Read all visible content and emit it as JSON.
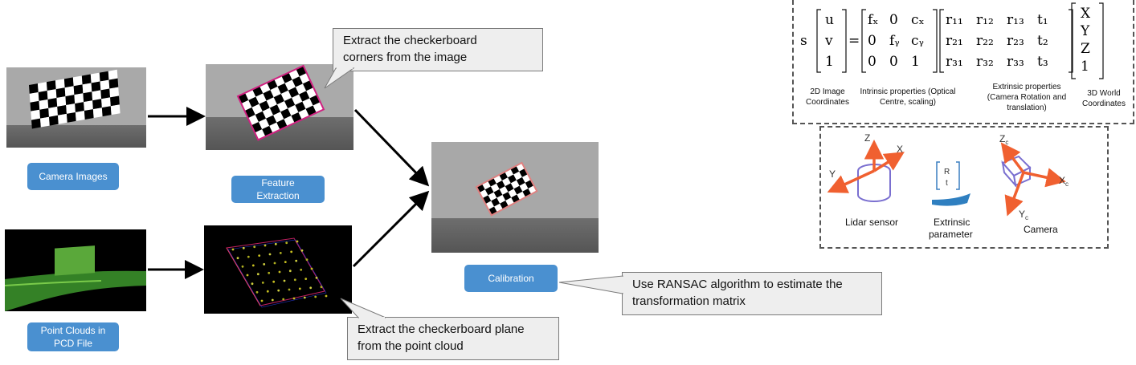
{
  "labels": {
    "camera_images": "Camera Images",
    "feature_extraction": "Feature Extraction",
    "calibration": "Calibration",
    "point_clouds": "Point Clouds in PCD File"
  },
  "callouts": {
    "corners": "Extract the checkerboard corners from the image",
    "plane": "Extract the checkerboard plane from the point cloud",
    "ransac": "Use RANSAC algorithm to estimate the transformation matrix"
  },
  "equation": {
    "s": "s",
    "equals": "=",
    "uv1": [
      "u",
      "v",
      "1"
    ],
    "intrinsic": [
      [
        "fₓ",
        "0",
        "cₓ"
      ],
      [
        "0",
        "fᵧ",
        "cᵧ"
      ],
      [
        "0",
        "0",
        "1"
      ]
    ],
    "extrinsic": [
      [
        "r₁₁",
        "r₁₂",
        "r₁₃",
        "t₁"
      ],
      [
        "r₂₁",
        "r₂₂",
        "r₂₃",
        "t₂"
      ],
      [
        "r₃₁",
        "r₃₂",
        "r₃₃",
        "t₃"
      ]
    ],
    "xyz1": [
      "X",
      "Y",
      "Z",
      "1"
    ],
    "captions": {
      "image_coords": "2D Image Coordinates",
      "intrinsic": "Intrinsic properties (Optical Centre, scaling)",
      "extrinsic": "Extrinsic properties (Camera Rotation and translation)",
      "world": "3D World Coordinates"
    }
  },
  "sensors": {
    "lidar_label": "Lidar sensor",
    "extrinsic_label": "Extrinsic parameter",
    "camera_label": "Camera",
    "lidar_axes": {
      "z": "Z",
      "x": "X",
      "y": "Y"
    },
    "camera_axes": {
      "z": "Z",
      "x": "X",
      "y": "Y",
      "sub": "c"
    },
    "rt": {
      "r": "R",
      "t": "t"
    }
  },
  "colors": {
    "accent_box": "#4a90d0",
    "axis_orange": "#f06030",
    "cylinder": "#7a6fd0"
  }
}
